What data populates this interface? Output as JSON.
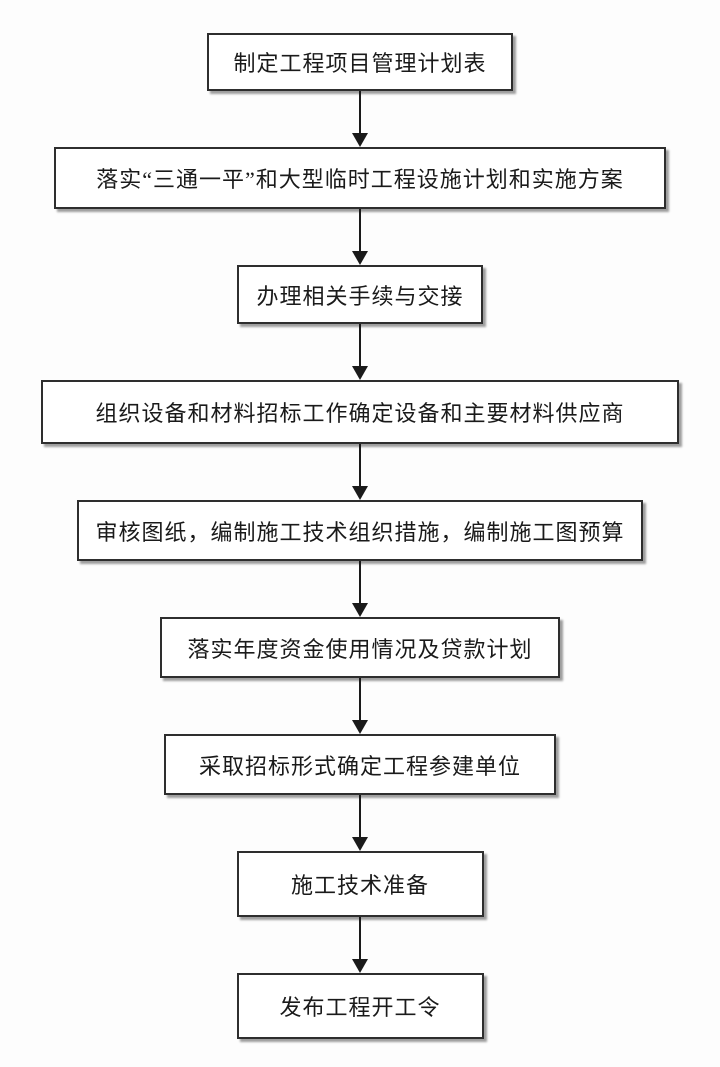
{
  "flowchart": {
    "nodes": [
      {
        "label": "制定工程项目管理计划表"
      },
      {
        "label": "落实“三通一平”和大型临时工程设施计划和实施方案"
      },
      {
        "label": "办理相关手续与交接"
      },
      {
        "label": "组织设备和材料招标工作确定设备和主要材料供应商"
      },
      {
        "label": "审核图纸，编制施工技术组织措施，编制施工图预算"
      },
      {
        "label": "落实年度资金使用情况及贷款计划"
      },
      {
        "label": "采取招标形式确定工程参建单位"
      },
      {
        "label": "施工技术准备"
      },
      {
        "label": "发布工程开工令"
      }
    ],
    "colors": {
      "box_border": "#2e2e2e",
      "box_background": "#ffffff",
      "text": "#1a1a1a",
      "arrow": "#1a1a1a",
      "shadow": "#9e9e9e",
      "page_background": "#fdfdfd"
    }
  }
}
